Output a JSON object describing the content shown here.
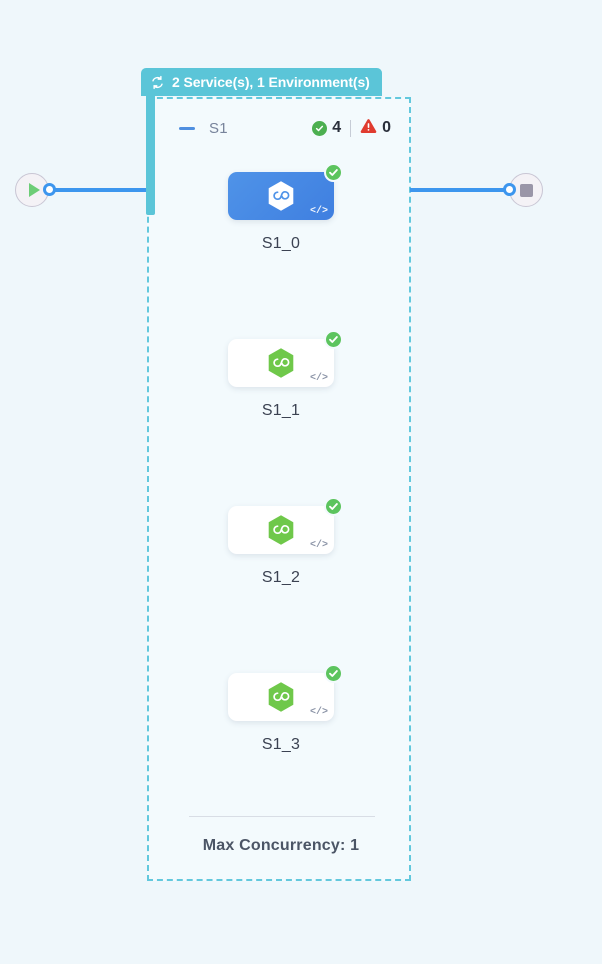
{
  "canvas": {
    "background_color": "#eff7fb"
  },
  "endpoints": {
    "start": {
      "icon": "play-icon",
      "label": "Start"
    },
    "end": {
      "icon": "stop-icon",
      "label": "End"
    }
  },
  "group": {
    "tab": {
      "icon": "sync-refresh-icon",
      "label": "2 Service(s), 1 Environment(s)",
      "background_color": "#5bc5d8",
      "text_color": "#ffffff"
    },
    "border_color": "#62c8dd",
    "header": {
      "collapse_icon": "collapse-dash-icon",
      "name": "S1",
      "success": {
        "icon": "check-circle-icon",
        "count": "4",
        "color": "#4caf50"
      },
      "error": {
        "icon": "warning-triangle-icon",
        "count": "0",
        "color": "#e03b2f"
      }
    },
    "nodes": [
      {
        "label": "S1_0",
        "logo": "hexagon-infinity-icon",
        "logo_color": "#ffffff",
        "selected": true,
        "status": "ok",
        "status_icon": "check-circle-icon",
        "code_icon": "code-tag-icon"
      },
      {
        "label": "S1_1",
        "logo": "hexagon-infinity-icon",
        "logo_color": "#6fc84a",
        "selected": false,
        "status": "ok",
        "status_icon": "check-circle-icon",
        "code_icon": "code-tag-icon"
      },
      {
        "label": "S1_2",
        "logo": "hexagon-infinity-icon",
        "logo_color": "#6fc84a",
        "selected": false,
        "status": "ok",
        "status_icon": "check-circle-icon",
        "code_icon": "code-tag-icon"
      },
      {
        "label": "S1_3",
        "logo": "hexagon-infinity-icon",
        "logo_color": "#6fc84a",
        "selected": false,
        "status": "ok",
        "status_icon": "check-circle-icon",
        "code_icon": "code-tag-icon"
      }
    ],
    "footer": {
      "label": "Max Concurrency: 1"
    }
  }
}
